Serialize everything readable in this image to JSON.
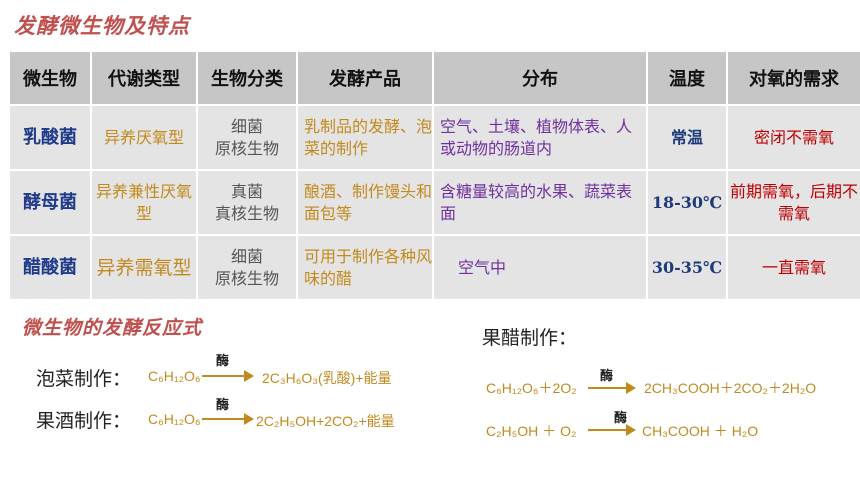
{
  "title": "发酵微生物及特点",
  "table": {
    "headers": [
      "微生物",
      "代谢类型",
      "生物分类",
      "发酵产品",
      "分布",
      "温度",
      "对氧的需求"
    ],
    "rows": [
      {
        "name": "乳酸菌",
        "meta": "异养厌氧型",
        "bio1": "细菌",
        "bio2": "原核生物",
        "prod": "乳制品的发酵、泡菜的制作",
        "dist": "空气、土壤、植物体表、人或动物的肠道内",
        "temp": "常温",
        "oxy": "密闭不需氧"
      },
      {
        "name": "酵母菌",
        "meta": "异养兼性厌氧型",
        "bio1": "真菌",
        "bio2": "真核生物",
        "prod": "酿酒、制作馒头和面包等",
        "dist": "含糖量较高的水果、蔬菜表面",
        "temp": "18-30℃",
        "oxy": "前期需氧，后期不需氧"
      },
      {
        "name": "醋酸菌",
        "meta": "异养需氧型",
        "bio1": "细菌",
        "bio2": "原核生物",
        "prod": "可用于制作各种风味的醋",
        "dist": "空气中",
        "temp": "30-35℃",
        "oxy": "一直需氧"
      }
    ]
  },
  "reactions": {
    "heading": "微生物的发酵反应式",
    "enzyme": "酶",
    "pickle": {
      "label": "泡菜制作：",
      "lhs": "C₆H₁₂O₆",
      "rhs": "2C₃H₆O₃(乳酸)+能量"
    },
    "wine": {
      "label": "果酒制作：",
      "lhs": "C₆H₁₂O₆",
      "rhs": "2C₂H₅OH+2CO₂+能量"
    },
    "vinegar": {
      "label": "果醋制作：",
      "eq1_lhs": "C₆H₁₂O₆＋2O₂",
      "eq1_rhs": "2CH₃COOH＋2CO₂＋2H₂O",
      "eq2_lhs": "C₂H₅OH ＋ O₂",
      "eq2_rhs": "CH₃COOH ＋ H₂O"
    }
  }
}
